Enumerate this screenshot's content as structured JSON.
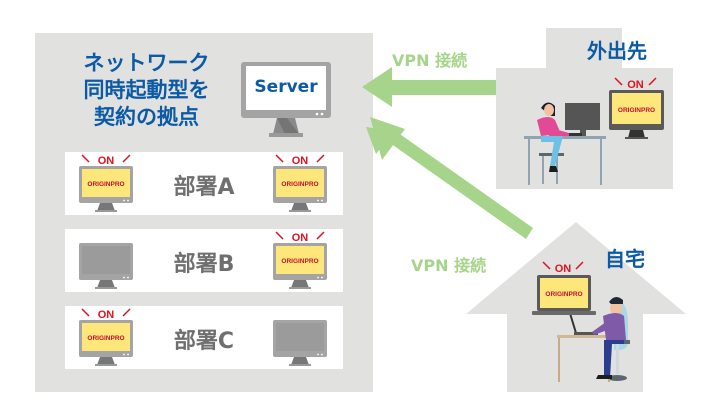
{
  "headquarters": {
    "title_lines": [
      "ネットワーク",
      "同時起動型を",
      "契約の拠点"
    ],
    "server_label": "Server",
    "departments": [
      {
        "label": "部署A",
        "left_monitor_on": true,
        "right_monitor_on": true
      },
      {
        "label": "部署B",
        "left_monitor_on": false,
        "right_monitor_on": true
      },
      {
        "label": "部署C",
        "left_monitor_on": true,
        "right_monitor_on": false
      }
    ]
  },
  "connections": [
    {
      "label": "VPN 接続",
      "from": "外出先",
      "to": "Server"
    },
    {
      "label": "VPN 接続",
      "from": "自宅",
      "to": "Server"
    }
  ],
  "remote_sites": {
    "outside": {
      "label": "外出先",
      "monitor_on": true
    },
    "home": {
      "label": "自宅",
      "laptop_on": true
    }
  },
  "monitor": {
    "on_text": "ON",
    "software_name": "ORIGINPRO"
  },
  "colors": {
    "panel_bg": "#e1e1e0",
    "title_blue": "#0b5aa6",
    "arrow_green": "#a6d48a",
    "on_red": "#e0121f",
    "screen_yellow": "#fde67a",
    "monitor_gray": "#9b9b9b"
  }
}
